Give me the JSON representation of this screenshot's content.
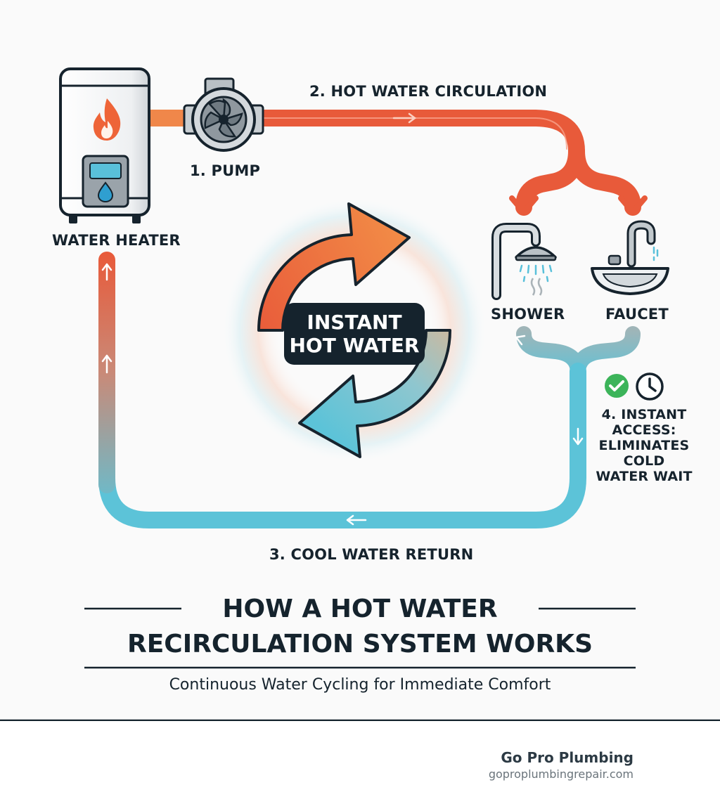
{
  "diagram": {
    "labels": {
      "water_heater": "WATER HEATER",
      "pump": "1. PUMP",
      "hot_circulation": "2. HOT WATER CIRCULATION",
      "shower": "SHOWER",
      "faucet": "FAUCET",
      "cool_return": "3. COOL WATER RETURN",
      "instant_access": "4. INSTANT ACCESS: ELIMINATES COLD WATER WAIT"
    },
    "center_badge": "INSTANT\nHOT WATER",
    "icons": [
      "water-heater-icon",
      "flame-icon",
      "water-drop-icon",
      "pump-icon",
      "shower-icon",
      "faucet-icon",
      "check-icon",
      "clock-icon",
      "cycle-arrows-icon"
    ],
    "colors": {
      "hot": "#e85a3a",
      "hot_orange": "#f0874a",
      "cool": "#5cc3d8",
      "cool_dark": "#41adc6",
      "outline": "#16232d",
      "check_green": "#3cb45a"
    }
  },
  "title": {
    "line1": "HOW A HOT WATER",
    "line2": "RECIRCULATION SYSTEM WORKS",
    "subtitle": "Continuous Water Cycling for Immediate Comfort"
  },
  "footer": {
    "brand": "Go Pro Plumbing",
    "url": "goproplumbingrepair.com"
  }
}
